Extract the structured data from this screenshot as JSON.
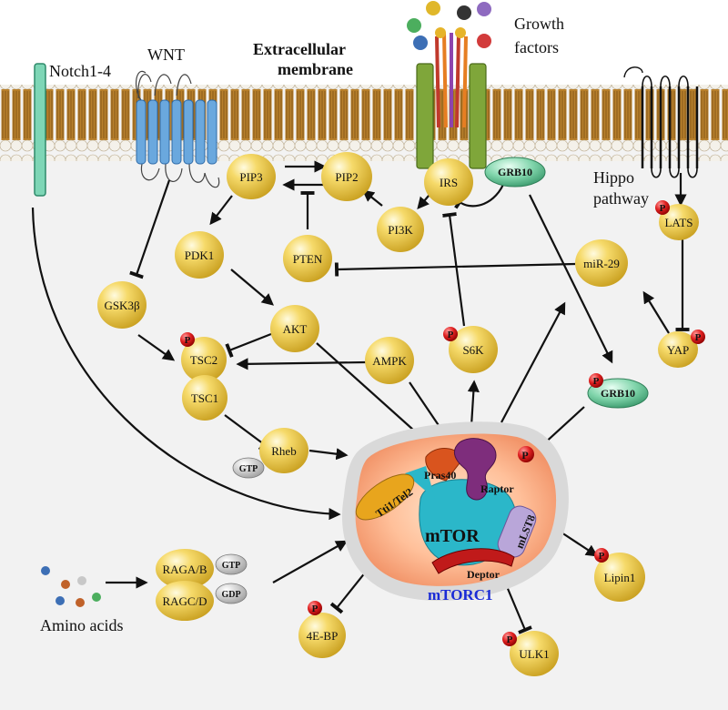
{
  "header": {
    "extracellular": [
      "Extracellular",
      "membrane"
    ],
    "growth_factors": [
      "Growth",
      "factors"
    ],
    "wnt": "WNT",
    "notch": "Notch1-4",
    "hippo": [
      "Hippo",
      "pathway"
    ],
    "amino_acids": "Amino acids"
  },
  "nodes": {
    "pip3": "PIP3",
    "pip2": "PIP2",
    "irs": "IRS",
    "grb10_top": "GRB10",
    "pi3k": "PI3K",
    "pdk1": "PDK1",
    "pten": "PTEN",
    "mir29": "miR-29",
    "lats": "LATS",
    "gsk3b": "GSK3β",
    "akt": "AKT",
    "ampk": "AMPK",
    "s6k": "S6K",
    "yap": "YAP",
    "tsc2": "TSC2",
    "tsc1": "TSC1",
    "grb10_p": "GRB10",
    "rheb": "Rheb",
    "gtp_rheb": "GTP",
    "raga": "RAGA/B",
    "ragc": "RAGC/D",
    "gtp_rag": "GTP",
    "gdp_rag": "GDP",
    "ebp": "4E-BP",
    "ulk1": "ULK1",
    "lipin1": "Lipin1"
  },
  "complex": {
    "name": "mTORC1",
    "mtor": "mTOR",
    "raptor": "Raptor",
    "pras40": "Pras40",
    "tti": "Tti1/Tel2",
    "mlst8": "mLST8",
    "deptor": "Deptor"
  },
  "phospho": "P",
  "colors": {
    "node": "#f2cf52",
    "grb10": "#6fcaa0",
    "phospho": "#d81e1e",
    "mtorc1_text": "#1a2bd6",
    "membrane": "#b07a2e",
    "receptor": "#7fa63a",
    "wnt": "#5b9bd5"
  }
}
